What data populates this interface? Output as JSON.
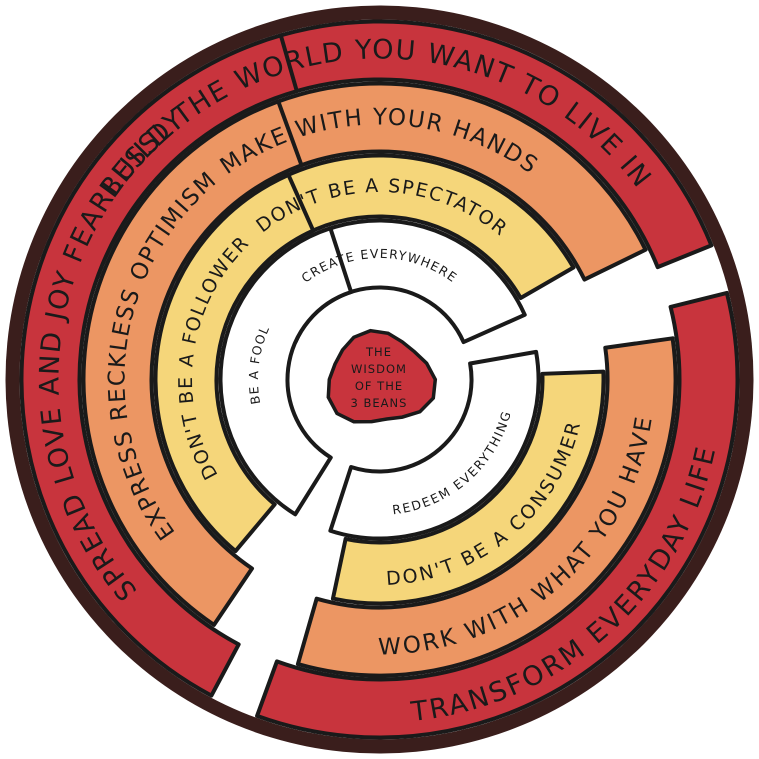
{
  "colors": {
    "outer_ring": "#3a1e1c",
    "red": "#c8343d",
    "orange": "#ec9663",
    "yellow": "#f5d67a",
    "white": "#ffffff",
    "ink": "#1a1a1a"
  },
  "center": {
    "line1": "THE",
    "line2": "WISDOM",
    "line3": "OF THE",
    "line4": "3 BEANS"
  },
  "sections": [
    {
      "id": "top",
      "red": "BUILD THE WORLD YOU WANT TO LIVE IN",
      "orange": "MAKE WITH YOUR HANDS",
      "yellow": "DON'T BE A SPECTATOR",
      "white": "CREATE EVERYWHERE"
    },
    {
      "id": "right",
      "red": "TRANSFORM EVERYDAY LIFE",
      "orange": "WORK WITH WHAT YOU HAVE",
      "yellow": "DON'T BE A CONSUMER",
      "white": "REDEEM EVERYTHING"
    },
    {
      "id": "left",
      "red": "SPREAD LOVE AND JOY FEARLESSLY",
      "orange": "EXPRESS RECKLESS OPTIMISM",
      "yellow": "DON'T BE A FOLLOWER",
      "white": "BE A FOOL"
    }
  ]
}
